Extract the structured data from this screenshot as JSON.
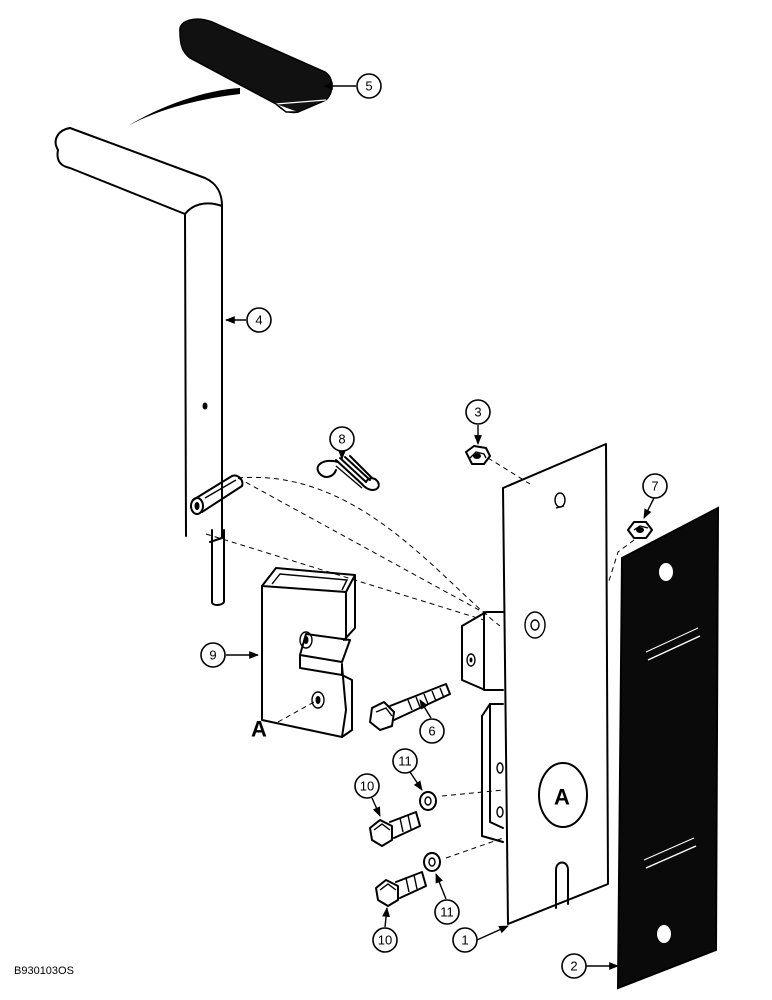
{
  "figure": {
    "id": "B930103OS"
  },
  "callouts": [
    {
      "id": "c1",
      "label": "1"
    },
    {
      "id": "c2",
      "label": "2"
    },
    {
      "id": "c3",
      "label": "3"
    },
    {
      "id": "c4",
      "label": "4"
    },
    {
      "id": "c5",
      "label": "5"
    },
    {
      "id": "c6",
      "label": "6"
    },
    {
      "id": "c7",
      "label": "7"
    },
    {
      "id": "c8",
      "label": "8"
    },
    {
      "id": "c9",
      "label": "9"
    },
    {
      "id": "c10a",
      "label": "10"
    },
    {
      "id": "c10b",
      "label": "10"
    },
    {
      "id": "c11a",
      "label": "11"
    },
    {
      "id": "c11b",
      "label": "11"
    }
  ],
  "view_marker": {
    "left_label": "A",
    "plate_label": "A"
  }
}
